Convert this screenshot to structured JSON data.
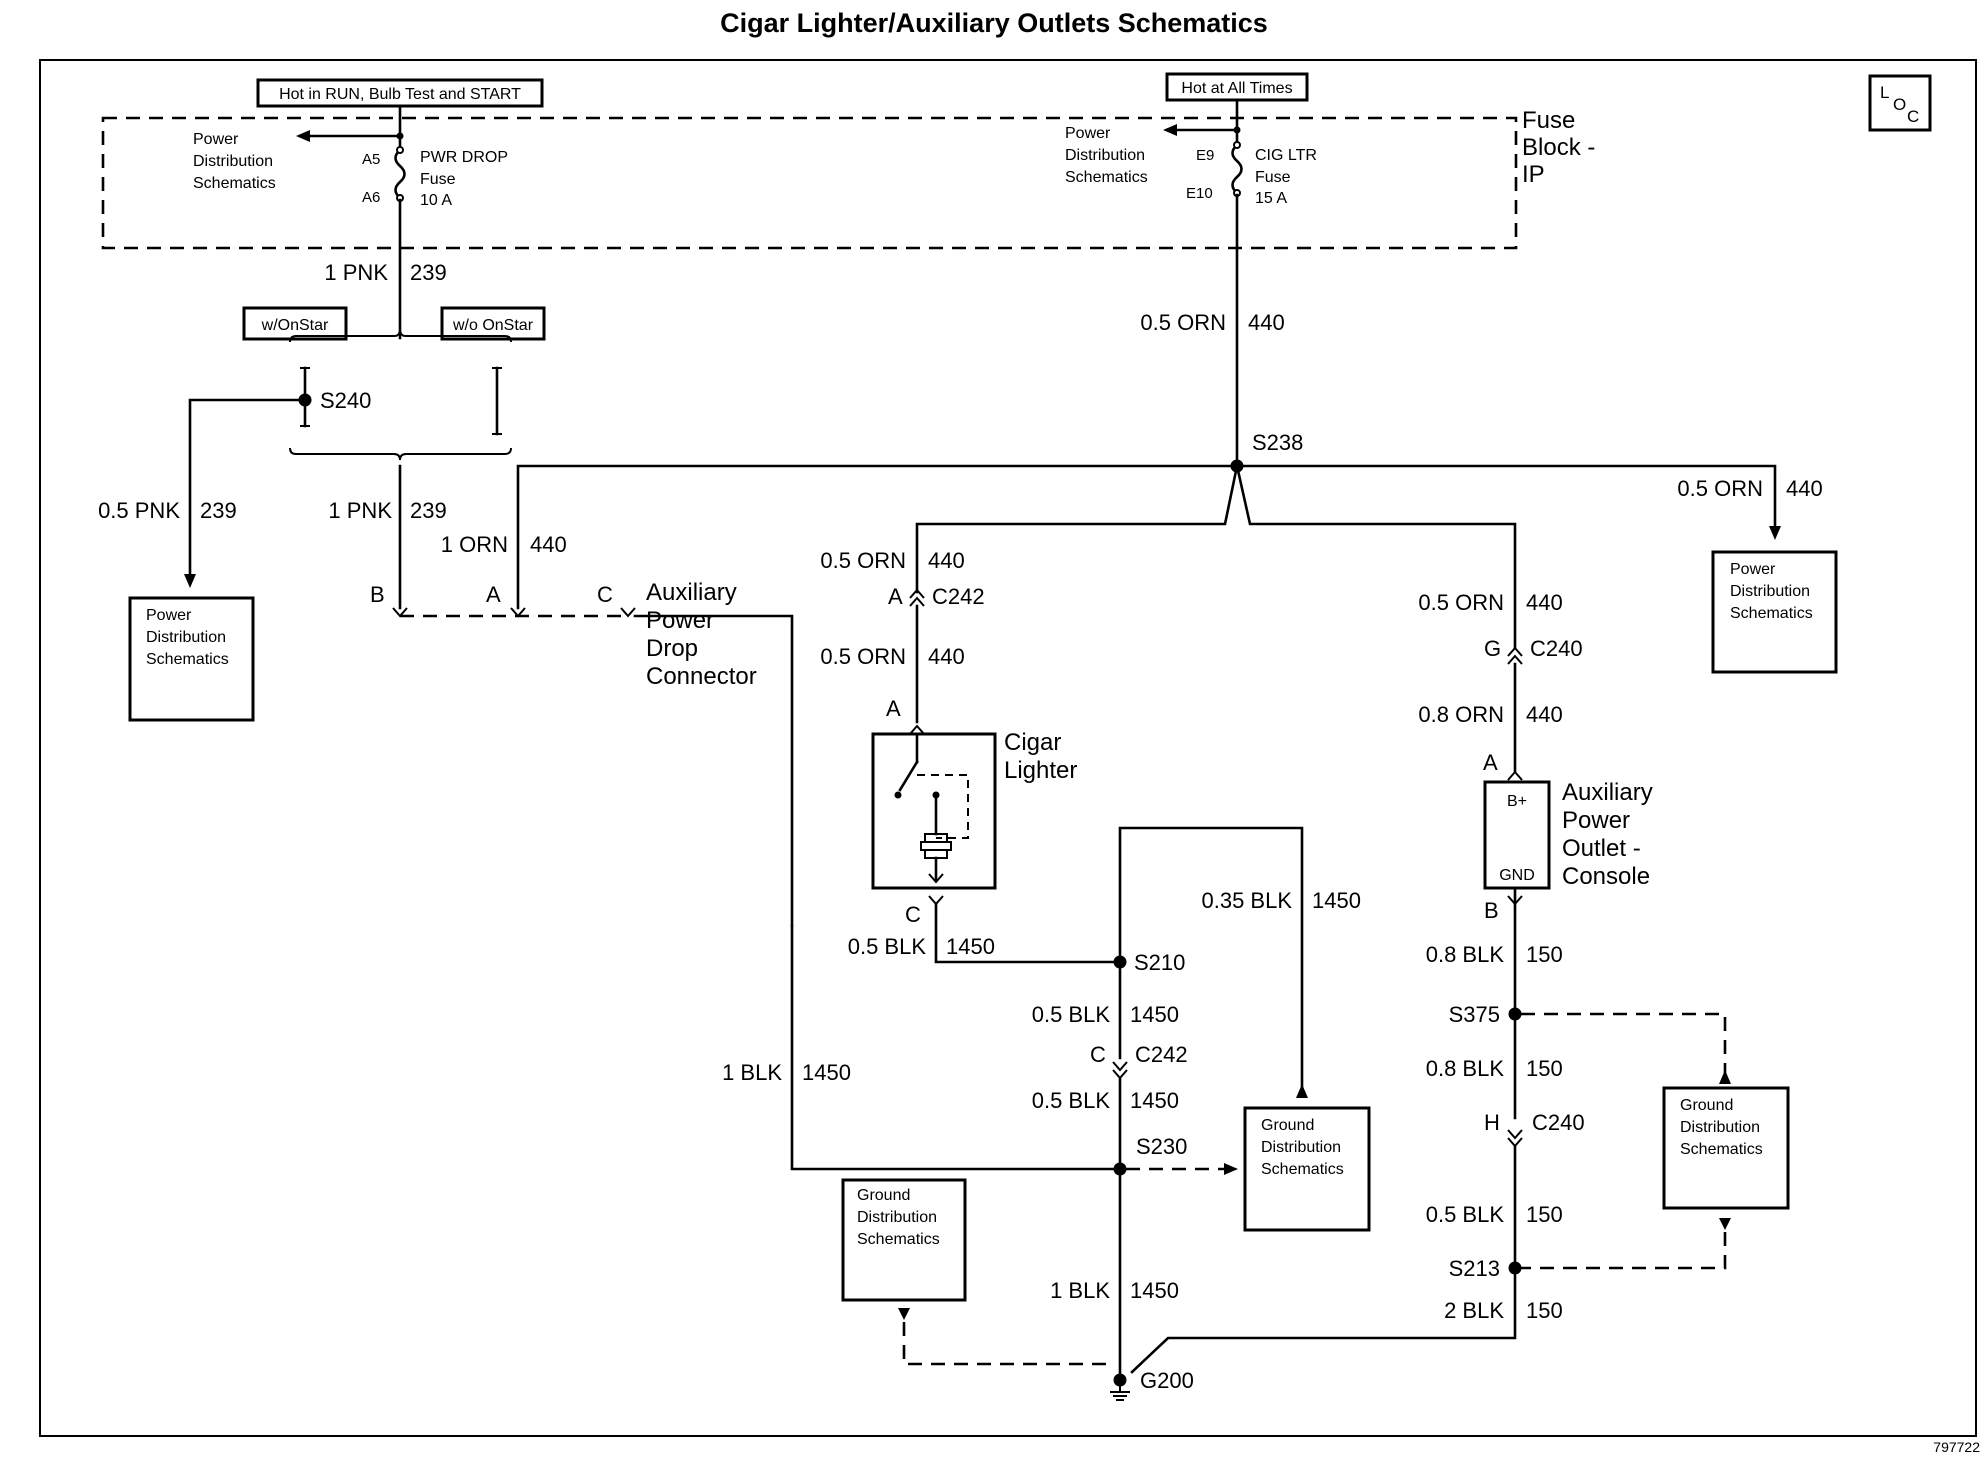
{
  "title": "Cigar Lighter/Auxiliary Outlets Schematics",
  "diagram_id": "797722",
  "loc_symbol": {
    "l": "L",
    "o": "O",
    "c": "C"
  },
  "fuse_block": {
    "label_line1": "Fuse",
    "label_line2": "Block -",
    "label_line3": "IP"
  },
  "hot_labels": {
    "run": "Hot in RUN, Bulb Test and START",
    "all": "Hot at All Times"
  },
  "fuses": {
    "pwr_drop": {
      "line1": "PWR DROP",
      "line2": "Fuse",
      "line3": "10 A",
      "pin_in": "A5",
      "pin_out": "A6"
    },
    "cig_ltr": {
      "line1": "CIG LTR",
      "line2": "Fuse",
      "line3": "15 A",
      "pin_in": "E9",
      "pin_out": "E10"
    }
  },
  "ref_boxes": {
    "power_dist": {
      "line1": "Power",
      "line2": "Distribution",
      "line3": "Schematics"
    },
    "ground_dist": {
      "line1": "Ground",
      "line2": "Distribution",
      "line3": "Schematics"
    }
  },
  "options": {
    "with_onstar": "w/OnStar",
    "without_onstar": "w/o OnStar"
  },
  "splices": {
    "s240": "S240",
    "s238": "S238",
    "s210": "S210",
    "s230": "S230",
    "s375": "S375",
    "s213": "S213",
    "g200": "G200"
  },
  "connectors": {
    "c242": "C242",
    "c240": "C240"
  },
  "pins": {
    "a": "A",
    "b": "B",
    "c": "C",
    "g": "G",
    "h": "H"
  },
  "components": {
    "aux_drop": {
      "line1": "Auxiliary",
      "line2": "Power",
      "line3": "Drop",
      "line4": "Connector"
    },
    "cigar_lighter": {
      "line1": "Cigar",
      "line2": "Lighter"
    },
    "aux_outlet": {
      "line1": "Auxiliary",
      "line2": "Power",
      "line3": "Outlet -",
      "line4": "Console",
      "pin_bplus": "B+",
      "pin_gnd": "GND"
    }
  },
  "wires": {
    "pnk_239_1": {
      "gauge": "1 PNK",
      "circuit": "239"
    },
    "pnk_239_05": {
      "gauge": "0.5 PNK",
      "circuit": "239"
    },
    "orn_440_05": {
      "gauge": "0.5 ORN",
      "circuit": "440"
    },
    "orn_440_1": {
      "gauge": "1 ORN",
      "circuit": "440"
    },
    "orn_440_08": {
      "gauge": "0.8 ORN",
      "circuit": "440"
    },
    "blk_1450_05": {
      "gauge": "0.5 BLK",
      "circuit": "1450"
    },
    "blk_1450_035": {
      "gauge": "0.35 BLK",
      "circuit": "1450"
    },
    "blk_1450_1": {
      "gauge": "1 BLK",
      "circuit": "1450"
    },
    "blk_150_08": {
      "gauge": "0.8 BLK",
      "circuit": "150"
    },
    "blk_150_05": {
      "gauge": "0.5 BLK",
      "circuit": "150"
    },
    "blk_150_2": {
      "gauge": "2 BLK",
      "circuit": "150"
    }
  }
}
